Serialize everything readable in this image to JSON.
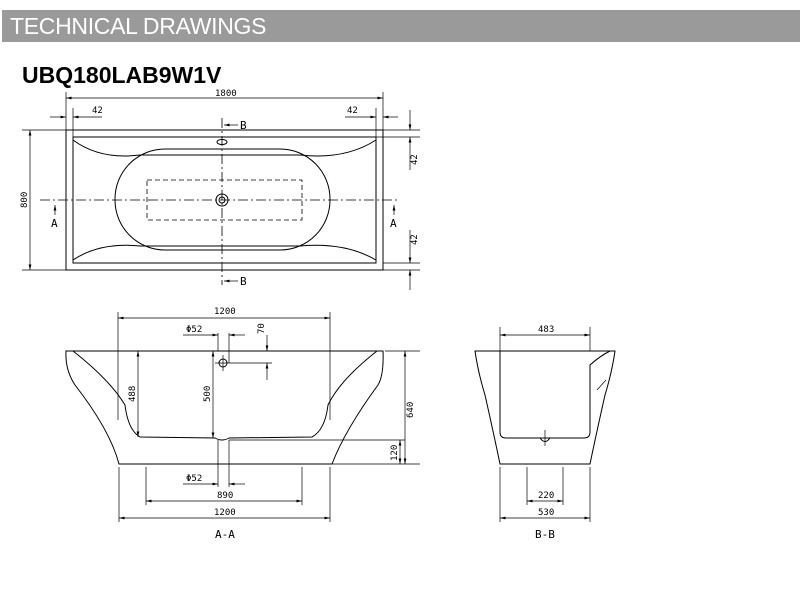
{
  "header": {
    "title": "TECHNICAL DRAWINGS",
    "color": "#9a9a9a"
  },
  "product_code": "UBQ180LAB9W1V",
  "top_view": {
    "length": "1800",
    "width": "800",
    "rim_left": "42",
    "rim_right": "42",
    "rim_top": "42",
    "rim_bottom": "42",
    "section_a": "A",
    "section_b": "B"
  },
  "section_aa": {
    "label": "A-A",
    "inner_top_width": "1200",
    "overflow_diameter": "Φ52",
    "overflow_offset": "70",
    "inner_depth": "488",
    "overflow_depth": "500",
    "total_height": "640",
    "base_height": "120",
    "drain_diameter": "Φ52",
    "foot_width": "890",
    "base_width": "1200"
  },
  "section_bb": {
    "label": "B-B",
    "inner_top_width": "483",
    "foot_width": "220",
    "base_width": "530"
  }
}
